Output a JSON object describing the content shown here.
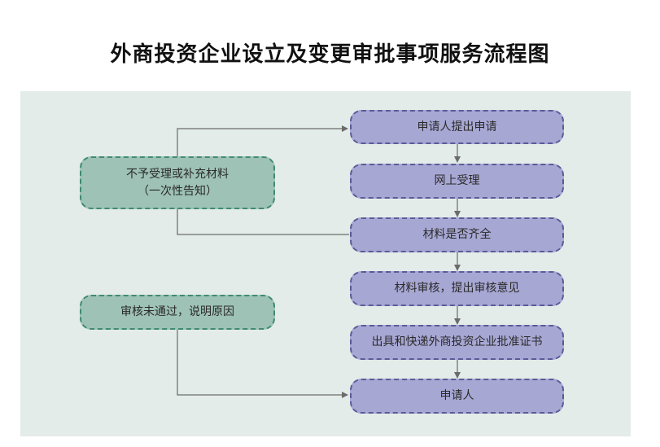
{
  "title": "外商投资企业设立及变更审批事项服务流程图",
  "colors": {
    "panel_bg": "#e3ece8",
    "main_node_fill": "#a7a7d4",
    "main_node_border": "#5b5b98",
    "side_node_fill": "#9ec2b6",
    "side_node_border": "#3f8a72",
    "connector": "#6b6b6b"
  },
  "main_steps": [
    "申请人提出申请",
    "网上受理",
    "材料是否齐全",
    "材料审核，提出审核意见",
    "出具和快递外商投资企业批准证书",
    "申请人"
  ],
  "side_nodes": {
    "incomplete": {
      "line1": "不予受理或补充材料",
      "line2": "（一次性告知）"
    },
    "rejected": "审核未通过，说明原因"
  }
}
